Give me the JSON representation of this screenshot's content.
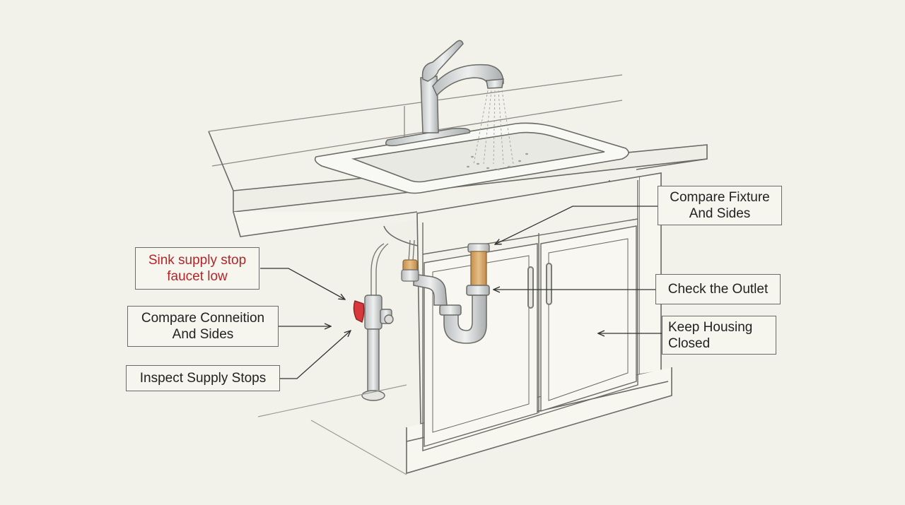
{
  "callouts": {
    "sink_supply_stop": "Sink supply stop\nfaucet low",
    "compare_connection": "Compare Conneition\nAnd Sides",
    "inspect_supply": "Inspect Supply Stops",
    "compare_fixture": "Compare Fixture\nAnd Sides",
    "check_outlet": "Check the Outlet",
    "keep_housing": "Keep Housing\nClosed"
  },
  "colors": {
    "background": "#f3f2ea",
    "ink": "#5a5a5a",
    "warning_text": "#b0262a",
    "valve_handle": "#d6383c",
    "brass": "#d8a86a"
  },
  "icons": {
    "faucet": "faucet-icon",
    "valve": "shutoff-valve-icon",
    "p_trap": "p-trap-icon"
  }
}
